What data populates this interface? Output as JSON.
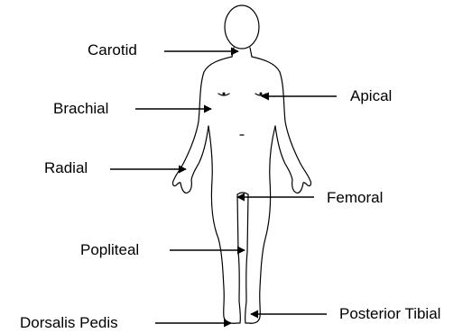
{
  "labels": {
    "carotid": "Carotid",
    "brachial": "Brachial",
    "apical": "Apical",
    "radial": "Radial",
    "femoral": "Femoral",
    "popliteal": "Popliteal",
    "posterior_tibial": "Posterior Tibial",
    "dorsalis_pedis": "Dorsalis Pedis"
  },
  "colors": {
    "outline": "#000000",
    "background": "#ffffff"
  }
}
